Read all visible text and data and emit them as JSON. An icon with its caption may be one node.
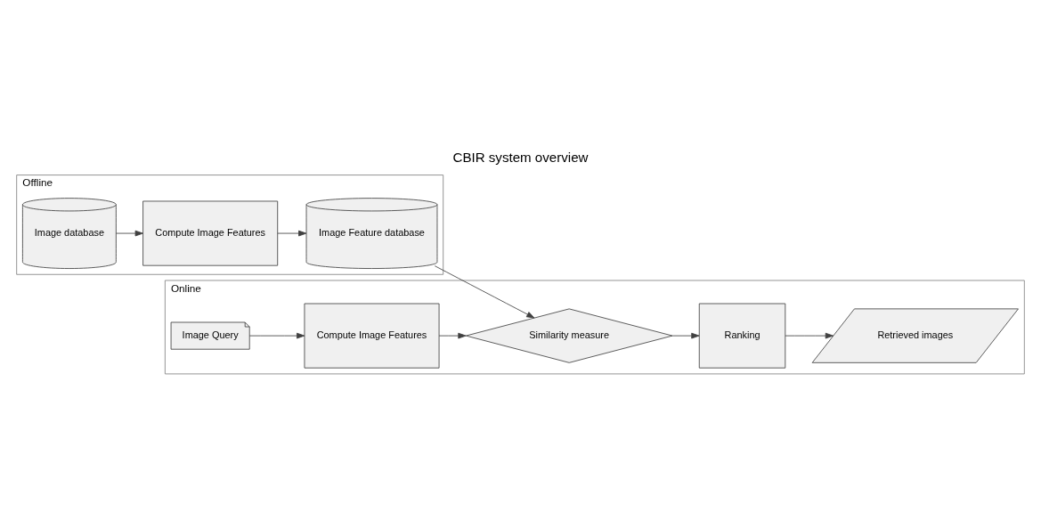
{
  "diagram": {
    "title": "CBIR system overview",
    "nodes": [
      {
        "text": [
          "Offline"
        ]
      },
      {
        "text": [
          "Image database"
        ],
        "in": 0
      },
      {
        "text": [
          "Compute Image Features"
        ],
        "in": 0
      },
      {
        "text": [
          "Image Feature database"
        ],
        "in": 0
      },
      {
        "text": [
          "Online"
        ]
      },
      {
        "text": [
          "Image Query"
        ],
        "in": 4
      },
      {
        "text": [
          "Compute Image Features"
        ],
        "in": 4
      },
      {
        "text": [
          "Similarity measure"
        ],
        "in": 4
      },
      {
        "text": [
          "Ranking"
        ],
        "in": 4
      },
      {
        "text": [
          "Retrieved images"
        ],
        "in": 4
      }
    ],
    "edges": [
      {
        "from": 1,
        "to": 2,
        "arrow": "to"
      },
      {
        "from": 2,
        "to": 3,
        "arrow": "to"
      },
      {
        "from": 3,
        "to": 7,
        "arrow": "to"
      },
      {
        "from": 5,
        "to": 6,
        "arrow": "to"
      },
      {
        "from": 6,
        "to": 7,
        "arrow": "to"
      },
      {
        "from": 7,
        "to": 8,
        "arrow": "to"
      },
      {
        "from": 8,
        "to": 9,
        "arrow": "to"
      }
    ]
  }
}
